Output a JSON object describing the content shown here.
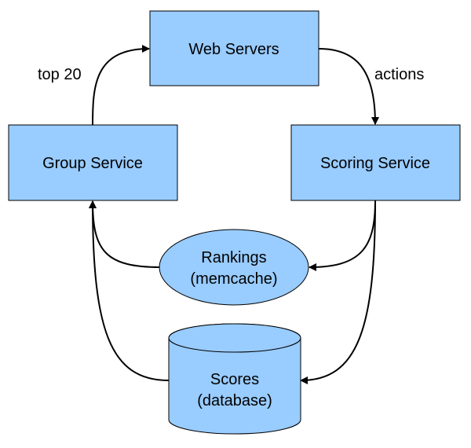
{
  "nodes": {
    "web_servers": {
      "label": "Web Servers"
    },
    "group_service": {
      "label": "Group Service"
    },
    "scoring_service": {
      "label": "Scoring Service"
    },
    "rankings": {
      "line1": "Rankings",
      "line2": "(memcache)"
    },
    "scores": {
      "line1": "Scores",
      "line2": "(database)"
    }
  },
  "edges": {
    "group_to_web": {
      "label": "top 20"
    },
    "web_to_scoring": {
      "label": "actions"
    }
  },
  "colors": {
    "node_fill": "#99ccff",
    "stroke": "#000000"
  }
}
